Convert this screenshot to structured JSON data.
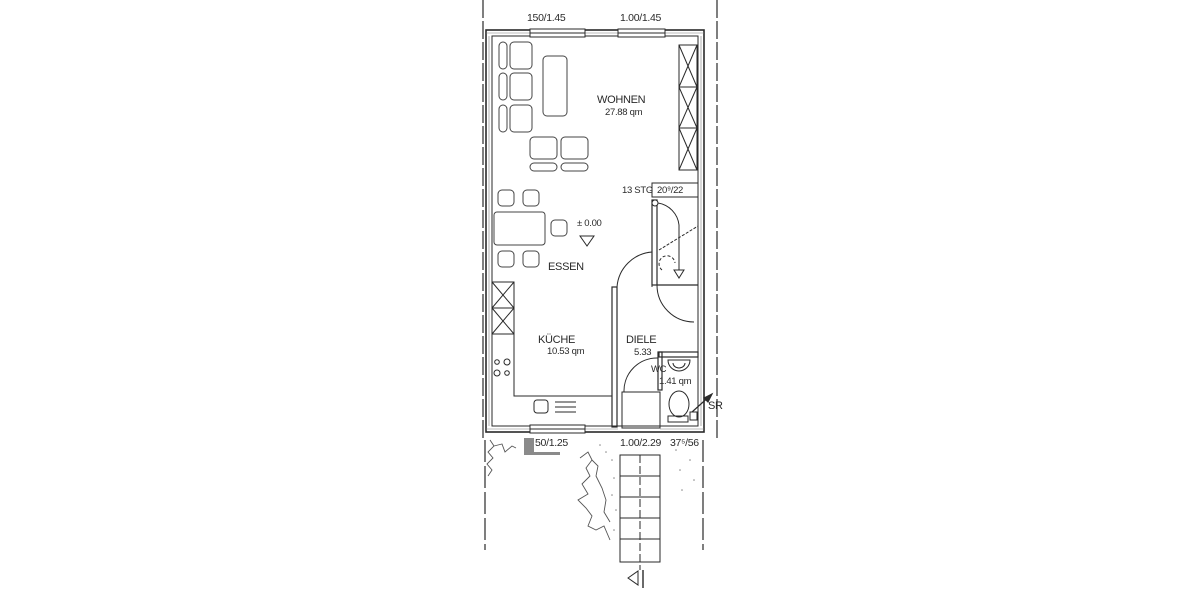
{
  "plan": {
    "type": "floor plan (ground floor)",
    "dimensions_top": [
      "150/1.45",
      "1.00/1.45"
    ],
    "dimensions_bottom": [
      "50/1.25",
      "1.00/2.29",
      "37⁵/56"
    ],
    "rooms": [
      {
        "name": "WOHNEN",
        "area": "27.88 qm"
      },
      {
        "name": "ESSEN",
        "area": ""
      },
      {
        "name": "KÜCHE",
        "area": "10.53 qm"
      },
      {
        "name": "DIELE",
        "area": "5.33"
      },
      {
        "name": "WC",
        "area": "1.41 qm"
      }
    ],
    "stairs": {
      "label": "13 STG",
      "rise_run": "20⁹/22"
    },
    "level": "± 0.00",
    "annotations": {
      "sr": "SR"
    },
    "colors": {
      "line": "#2a2a2a",
      "background": "#ffffff",
      "wall_fill": "#8a8a8a"
    }
  }
}
